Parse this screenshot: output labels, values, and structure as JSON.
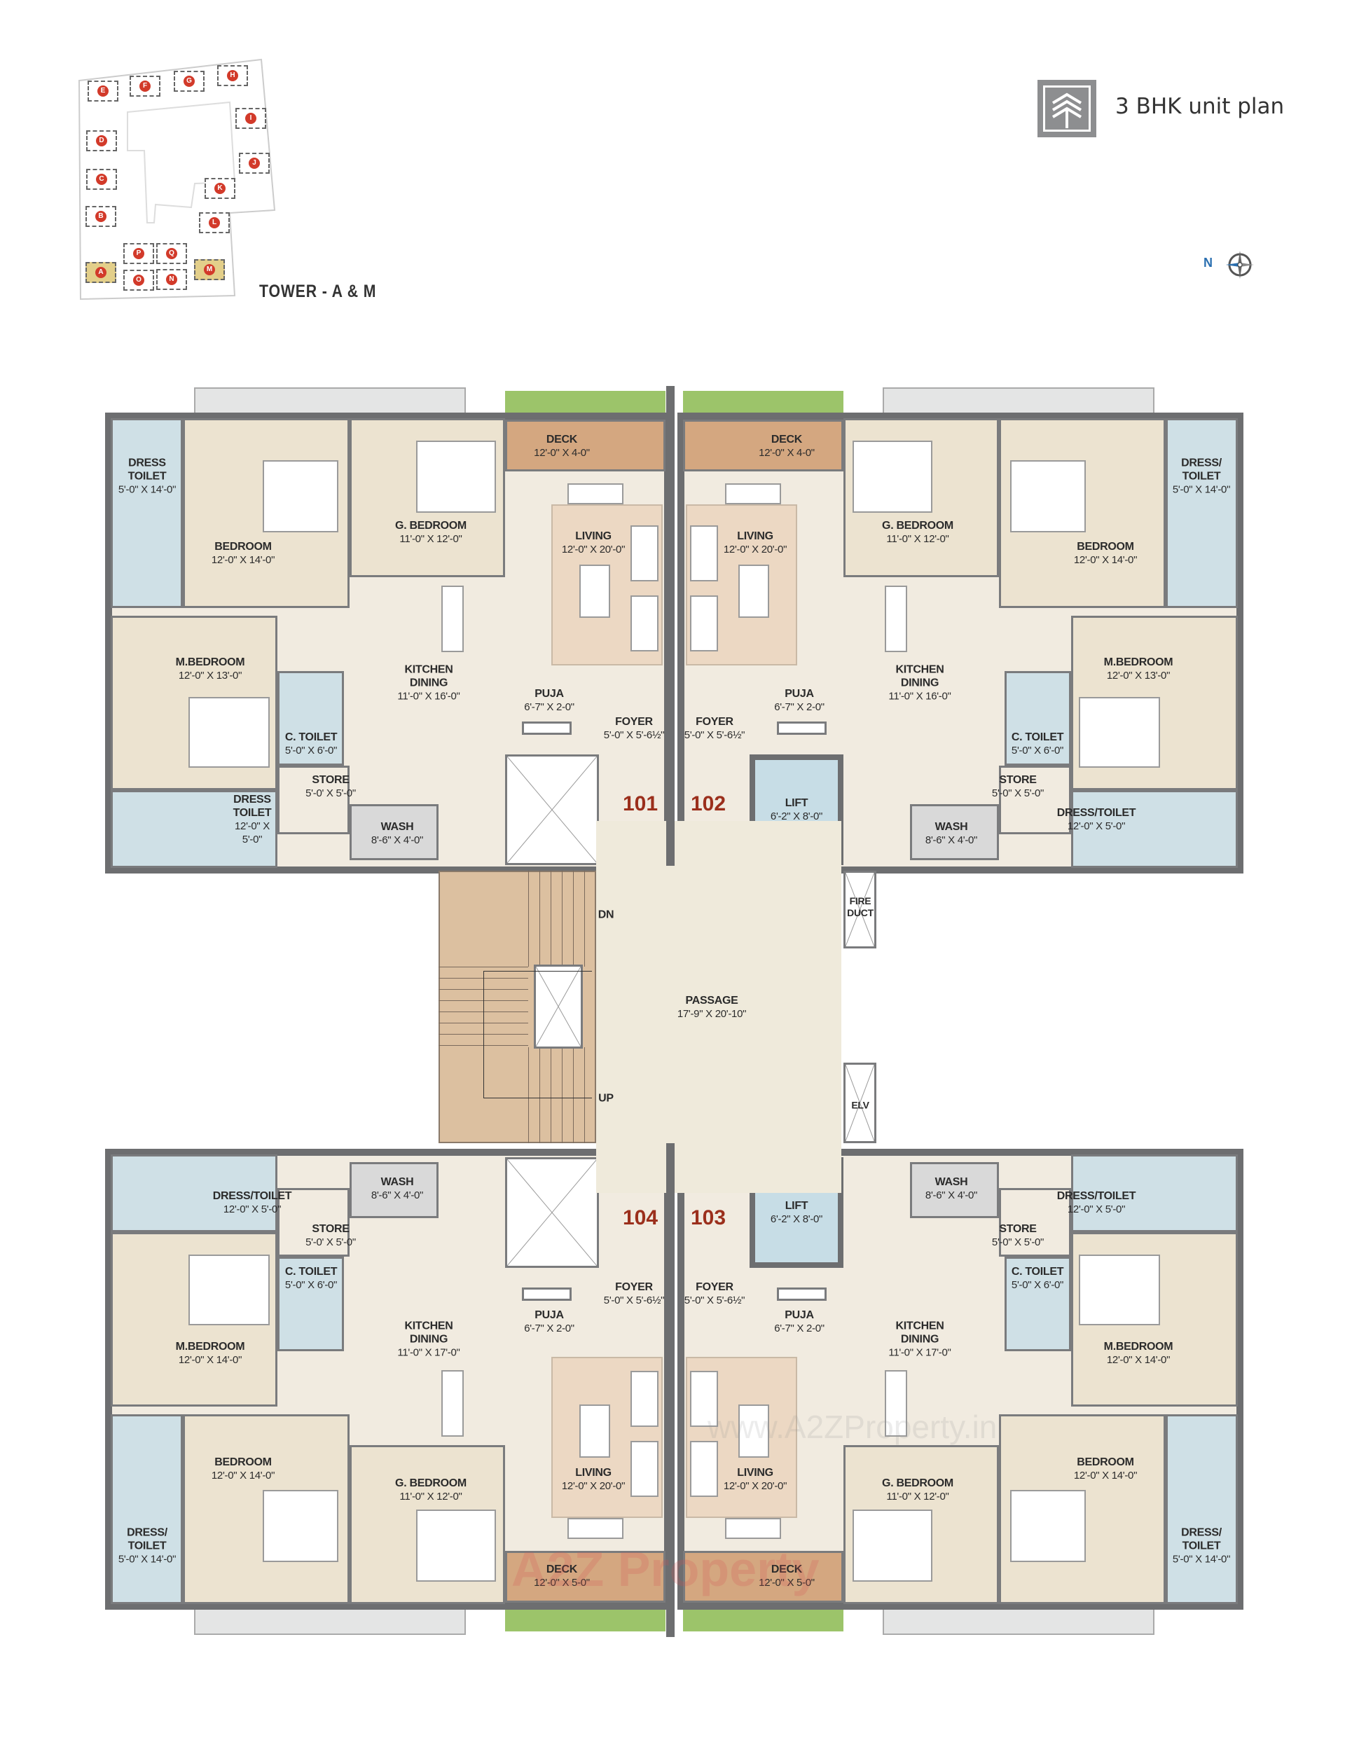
{
  "header": {
    "title": "3 BHK unit plan",
    "logo_icon": "building-chevron-icon",
    "compass_label": "N",
    "compass_icon": "compass-rose-icon"
  },
  "key_plan": {
    "label": "TOWER - A & M",
    "towers": [
      "E",
      "F",
      "G",
      "H",
      "I",
      "J",
      "K",
      "L",
      "D",
      "C",
      "B",
      "P",
      "Q",
      "A",
      "O",
      "N",
      "M"
    ],
    "highlighted": [
      "A",
      "M"
    ],
    "highlight_color": "#e3cf8a",
    "marker_color": "#d23a2a"
  },
  "core": {
    "passage": {
      "name": "PASSAGE",
      "dim": "17'-9\" X 20'-10\""
    },
    "stair_dn": "DN",
    "stair_up": "UP",
    "fire_duct": "FIRE\nDUCT",
    "elv": "ELV",
    "lift_top": {
      "name": "LIFT",
      "dim": "6'-2\" X 8'-0\""
    },
    "lift_bottom": {
      "name": "LIFT",
      "dim": "6'-2\" X 8'-0\""
    }
  },
  "units": [
    {
      "number": "101",
      "rooms": [
        {
          "name": "DRESS\nTOILET",
          "dim": "5'-0\" X 14'-0\""
        },
        {
          "name": "BEDROOM",
          "dim": "12'-0\" X 14'-0\""
        },
        {
          "name": "G. BEDROOM",
          "dim": "11'-0\" X 12'-0\""
        },
        {
          "name": "DECK",
          "dim": "12'-0\" X 4-0\""
        },
        {
          "name": "LIVING",
          "dim": "12'-0\" X 20'-0\""
        },
        {
          "name": "KITCHEN\nDINING",
          "dim": "11'-0\" X 16'-0\""
        },
        {
          "name": "PUJA",
          "dim": "6'-7\" X 2-0\""
        },
        {
          "name": "FOYER",
          "dim": "5'-0\" X 5'-6½\""
        },
        {
          "name": "M.BEDROOM",
          "dim": "12'-0\" X 13'-0\""
        },
        {
          "name": "C. TOILET",
          "dim": "5'-0\" X 6'-0\""
        },
        {
          "name": "STORE",
          "dim": "5'-0' X 5'-0\""
        },
        {
          "name": "DRESS\nTOILET",
          "dim": "12'-0\" X\n5'-0\""
        },
        {
          "name": "WASH",
          "dim": "8'-6\" X 4'-0\""
        }
      ]
    },
    {
      "number": "102",
      "rooms": [
        {
          "name": "DRESS/\nTOILET",
          "dim": "5'-0\" X 14'-0\""
        },
        {
          "name": "BEDROOM",
          "dim": "12'-0\" X 14'-0\""
        },
        {
          "name": "G. BEDROOM",
          "dim": "11'-0\" X 12'-0\""
        },
        {
          "name": "DECK",
          "dim": "12'-0\" X 4-0\""
        },
        {
          "name": "LIVING",
          "dim": "12'-0\" X 20'-0\""
        },
        {
          "name": "KITCHEN\nDINING",
          "dim": "11'-0\" X 16'-0\""
        },
        {
          "name": "PUJA",
          "dim": "6'-7\" X 2-0\""
        },
        {
          "name": "FOYER",
          "dim": "5'-0\" X 5'-6½\""
        },
        {
          "name": "M.BEDROOM",
          "dim": "12'-0\" X 13'-0\""
        },
        {
          "name": "C. TOILET",
          "dim": "5'-0\" X 6'-0\""
        },
        {
          "name": "STORE",
          "dim": "5'-0\" X 5'-0\""
        },
        {
          "name": "DRESS/TOILET",
          "dim": "12'-0\" X 5'-0\""
        },
        {
          "name": "WASH",
          "dim": "8'-6\" X 4'-0\""
        }
      ]
    },
    {
      "number": "104",
      "rooms": [
        {
          "name": "DRESS/\nTOILET",
          "dim": "5'-0\" X 14'-0\""
        },
        {
          "name": "BEDROOM",
          "dim": "12'-0\" X 14'-0\""
        },
        {
          "name": "G. BEDROOM",
          "dim": "11'-0\" X 12'-0\""
        },
        {
          "name": "DECK",
          "dim": "12'-0\" X 5-0\""
        },
        {
          "name": "LIVING",
          "dim": "12'-0\" X 20'-0\""
        },
        {
          "name": "KITCHEN\nDINING",
          "dim": "11'-0\" X 17'-0\""
        },
        {
          "name": "PUJA",
          "dim": "6'-7\" X 2-0\""
        },
        {
          "name": "FOYER",
          "dim": "5'-0\" X 5'-6½\""
        },
        {
          "name": "M.BEDROOM",
          "dim": "12'-0\" X 14'-0\""
        },
        {
          "name": "C. TOILET",
          "dim": "5'-0\" X 6'-0\""
        },
        {
          "name": "STORE",
          "dim": "5'-0' X 5'-0\""
        },
        {
          "name": "DRESS/TOILET",
          "dim": "12'-0\" X 5'-0\""
        },
        {
          "name": "WASH",
          "dim": "8'-6\" X 4'-0\""
        }
      ]
    },
    {
      "number": "103",
      "rooms": [
        {
          "name": "DRESS/\nTOILET",
          "dim": "5'-0\" X 14'-0\""
        },
        {
          "name": "BEDROOM",
          "dim": "12'-0\" X 14'-0\""
        },
        {
          "name": "G. BEDROOM",
          "dim": "11'-0\" X 12'-0\""
        },
        {
          "name": "DECK",
          "dim": "12'-0\" X 5-0\""
        },
        {
          "name": "LIVING",
          "dim": "12'-0\" X 20'-0\""
        },
        {
          "name": "KITCHEN\nDINING",
          "dim": "11'-0\" X 17'-0\""
        },
        {
          "name": "PUJA",
          "dim": "6'-7\" X 2-0\""
        },
        {
          "name": "FOYER",
          "dim": "5'-0\" X 5'-6½\""
        },
        {
          "name": "M.BEDROOM",
          "dim": "12'-0\" X 14'-0\""
        },
        {
          "name": "C. TOILET",
          "dim": "5'-0\" X 6'-0\""
        },
        {
          "name": "STORE",
          "dim": "5'-0\" X 5'-0\""
        },
        {
          "name": "DRESS/TOILET",
          "dim": "12'-0\" X 5'-0\""
        },
        {
          "name": "WASH",
          "dim": "8'-6\" X 4'-0\""
        }
      ]
    }
  ],
  "watermark": {
    "url": "www.A2ZProperty.in",
    "logo": "A2Z Property"
  },
  "colors": {
    "wall": "#6d6e70",
    "floor": "#f1ebe0",
    "bedroom": "#ece3d0",
    "toilet": "#cfe0e6",
    "deck": "#d4a780",
    "living_rug": "#ecd8c3",
    "stair": "#dcc0a0",
    "passage": "#efeadb",
    "lift": "#c7dde6",
    "landscape": "#9cc46a",
    "unit_number": "#9b2f1c"
  }
}
